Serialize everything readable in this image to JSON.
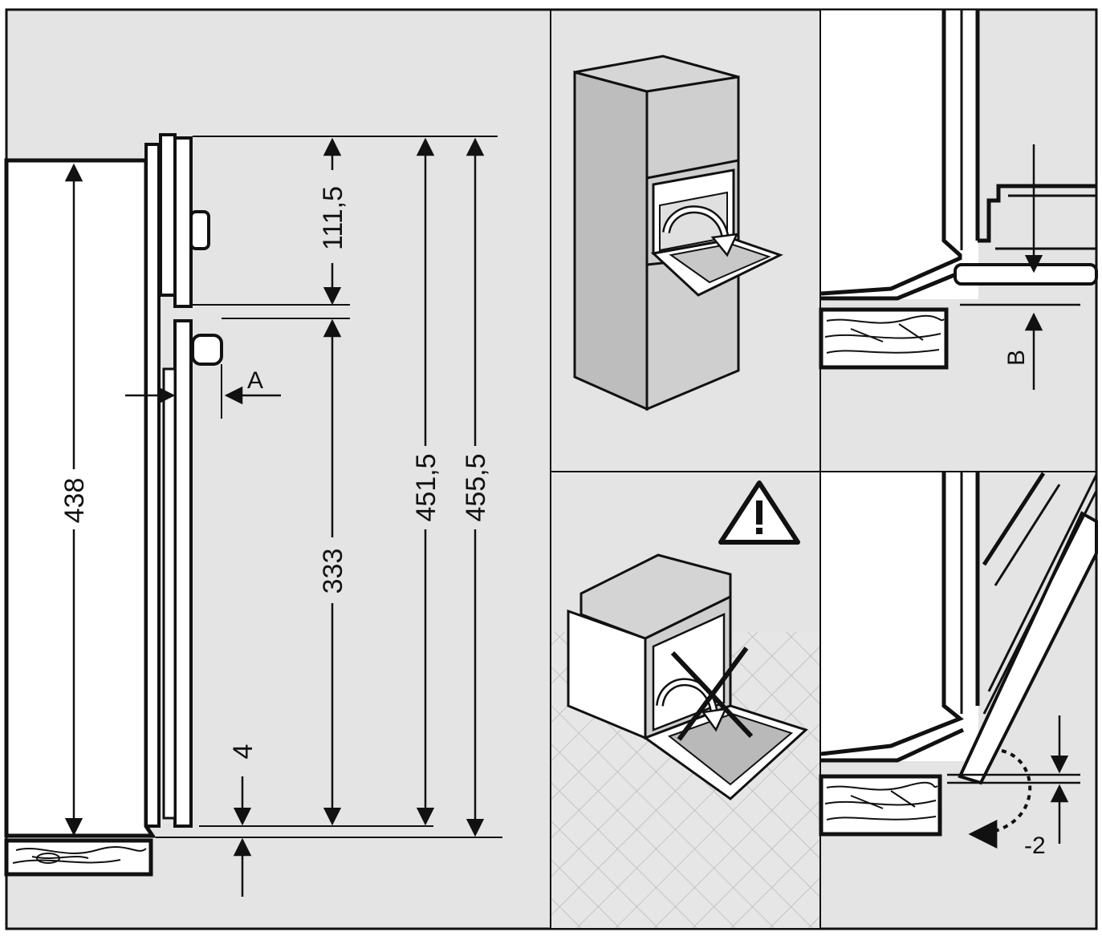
{
  "colors": {
    "panel_bg": "#e4e4e4",
    "line": "#111111",
    "appliance_fill": "#cfcfcf",
    "tile_fill": "#d9d9d9"
  },
  "panels": {
    "side_section": {
      "dimensions": {
        "oven_height": "438",
        "top_to_gap": "111,5",
        "gap_to_bottom": "333",
        "front_height": "451,5",
        "overall_height": "455,5",
        "bottom_gap": "4"
      },
      "label_a": "A"
    },
    "tall_cabinet": {
      "scene": "built-in oven in tall housing unit, door opening"
    },
    "warning": {
      "icon": "warning-triangle-icon",
      "scene": "oven door opening on floor cabinet crossed out"
    },
    "detail_top": {
      "label_b": "B"
    },
    "detail_bottom": {
      "label_offset": "-2"
    }
  }
}
